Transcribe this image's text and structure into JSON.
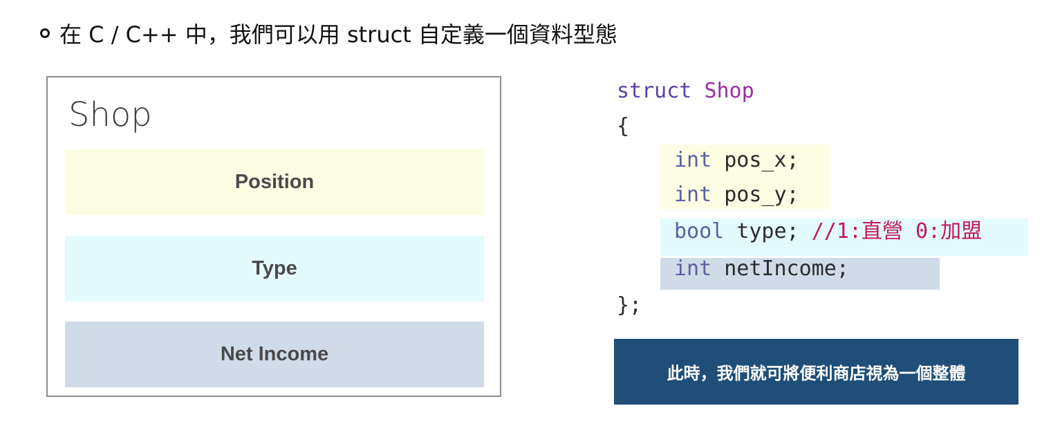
{
  "heading": {
    "bullet_icon": "ring-bullet-icon",
    "text": "在 C / C++ 中，我們可以用 struct 自定義一個資料型態"
  },
  "diagram": {
    "title": "Shop",
    "fields": [
      {
        "label": "Position",
        "color": "#fdfde3"
      },
      {
        "label": "Type",
        "color": "#e4fbfd"
      },
      {
        "label": "Net Income",
        "color": "#d0dbe7"
      }
    ]
  },
  "code": {
    "keyword_struct": "struct",
    "struct_name": "Shop",
    "open_brace": "{",
    "line_pos_x_type": "int",
    "line_pos_x_name": " pos_x;",
    "line_pos_y_type": "int",
    "line_pos_y_name": " pos_y;",
    "line_type_type": "bool",
    "line_type_name": " type; ",
    "line_type_comment": "//1:直營 0:加盟",
    "line_income_type": "int",
    "line_income_name": " netIncome;",
    "close_brace": "};"
  },
  "callout": {
    "text": "此時，我們就可將便利商店視為一個整體",
    "background": "#1f4e79"
  }
}
